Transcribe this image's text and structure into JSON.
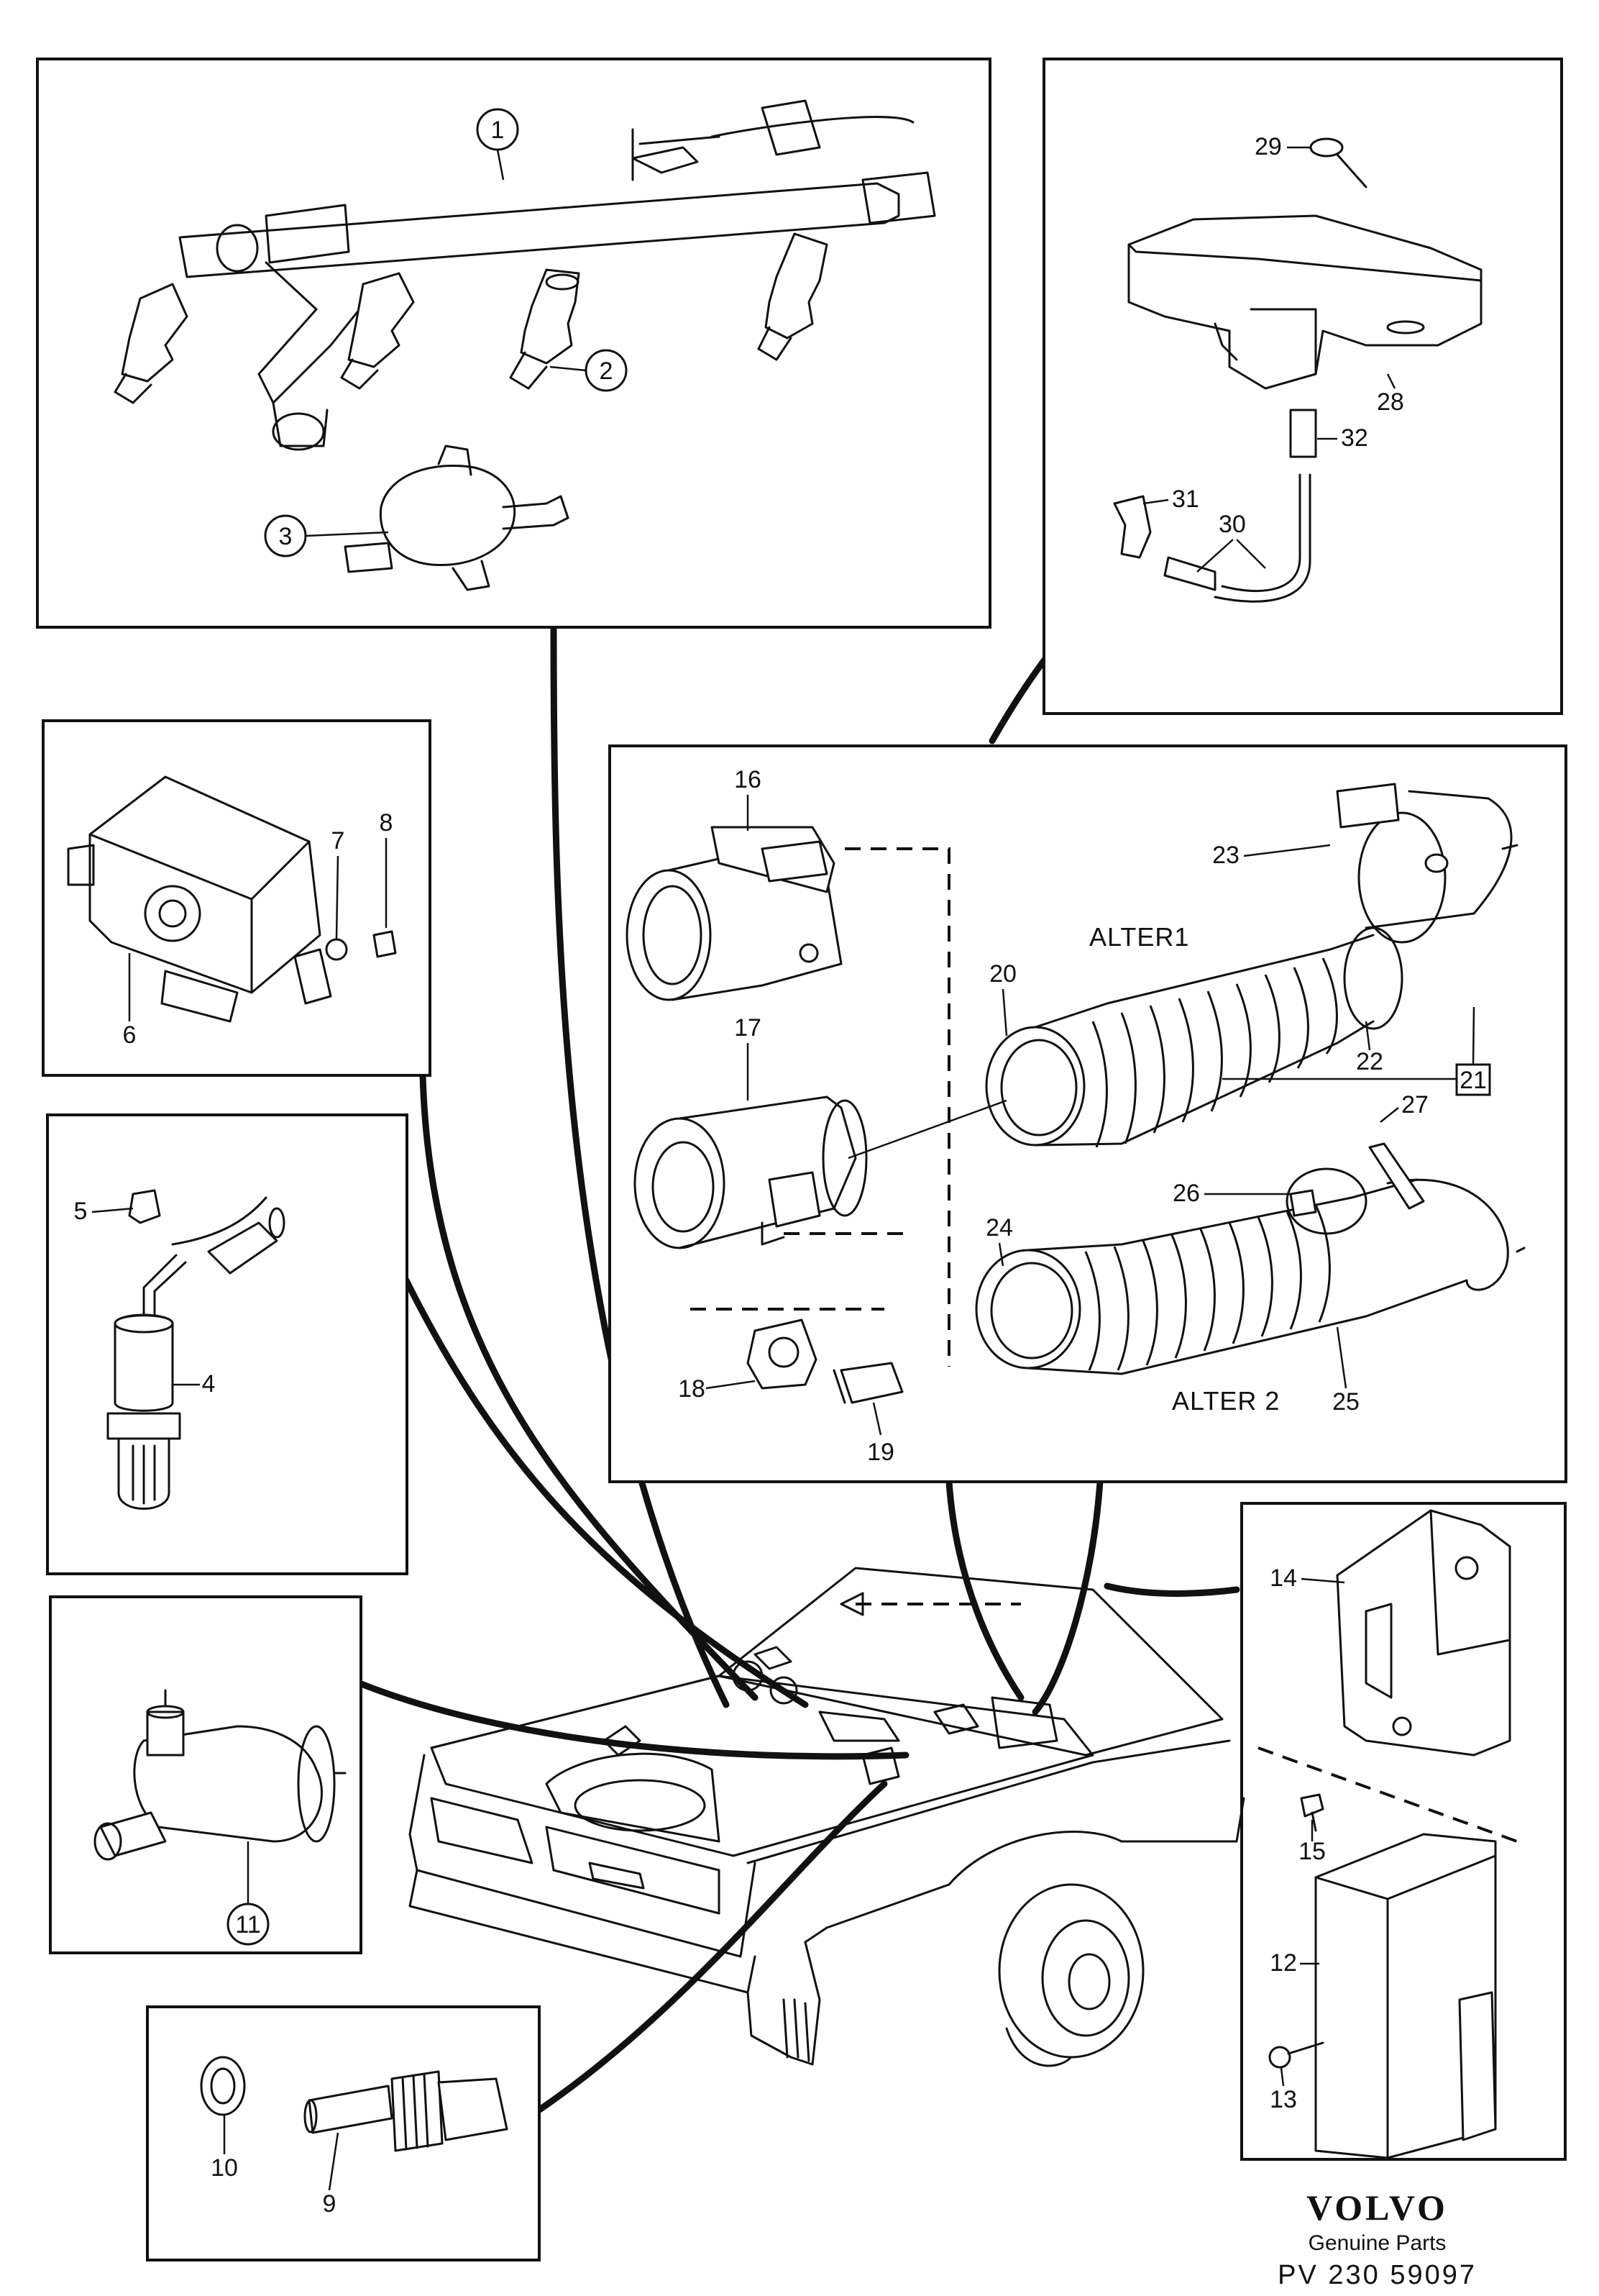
{
  "labels": {
    "l1": "1",
    "l2": "2",
    "l3": "3",
    "l4": "4",
    "l5": "5",
    "l6": "6",
    "l7": "7",
    "l8": "8",
    "l9": "9",
    "l10": "10",
    "l11": "11",
    "l12": "12",
    "l13": "13",
    "l14": "14",
    "l15": "15",
    "l16": "16",
    "l17": "17",
    "l18": "18",
    "l19": "19",
    "l20": "20",
    "l21": "21",
    "l22": "22",
    "l23": "23",
    "l24": "24",
    "l25": "25",
    "l26": "26",
    "l27": "27",
    "l28": "28",
    "l29": "29",
    "l30": "30",
    "l31": "31",
    "l32": "32"
  },
  "variants": {
    "alter1": "ALTER1",
    "alter2": "ALTER 2"
  },
  "footer": {
    "brand": "VOLVO",
    "tagline": "Genuine Parts",
    "part_number": "PV 230 59097"
  },
  "icons": [
    "volvo-logo-wordmark"
  ]
}
